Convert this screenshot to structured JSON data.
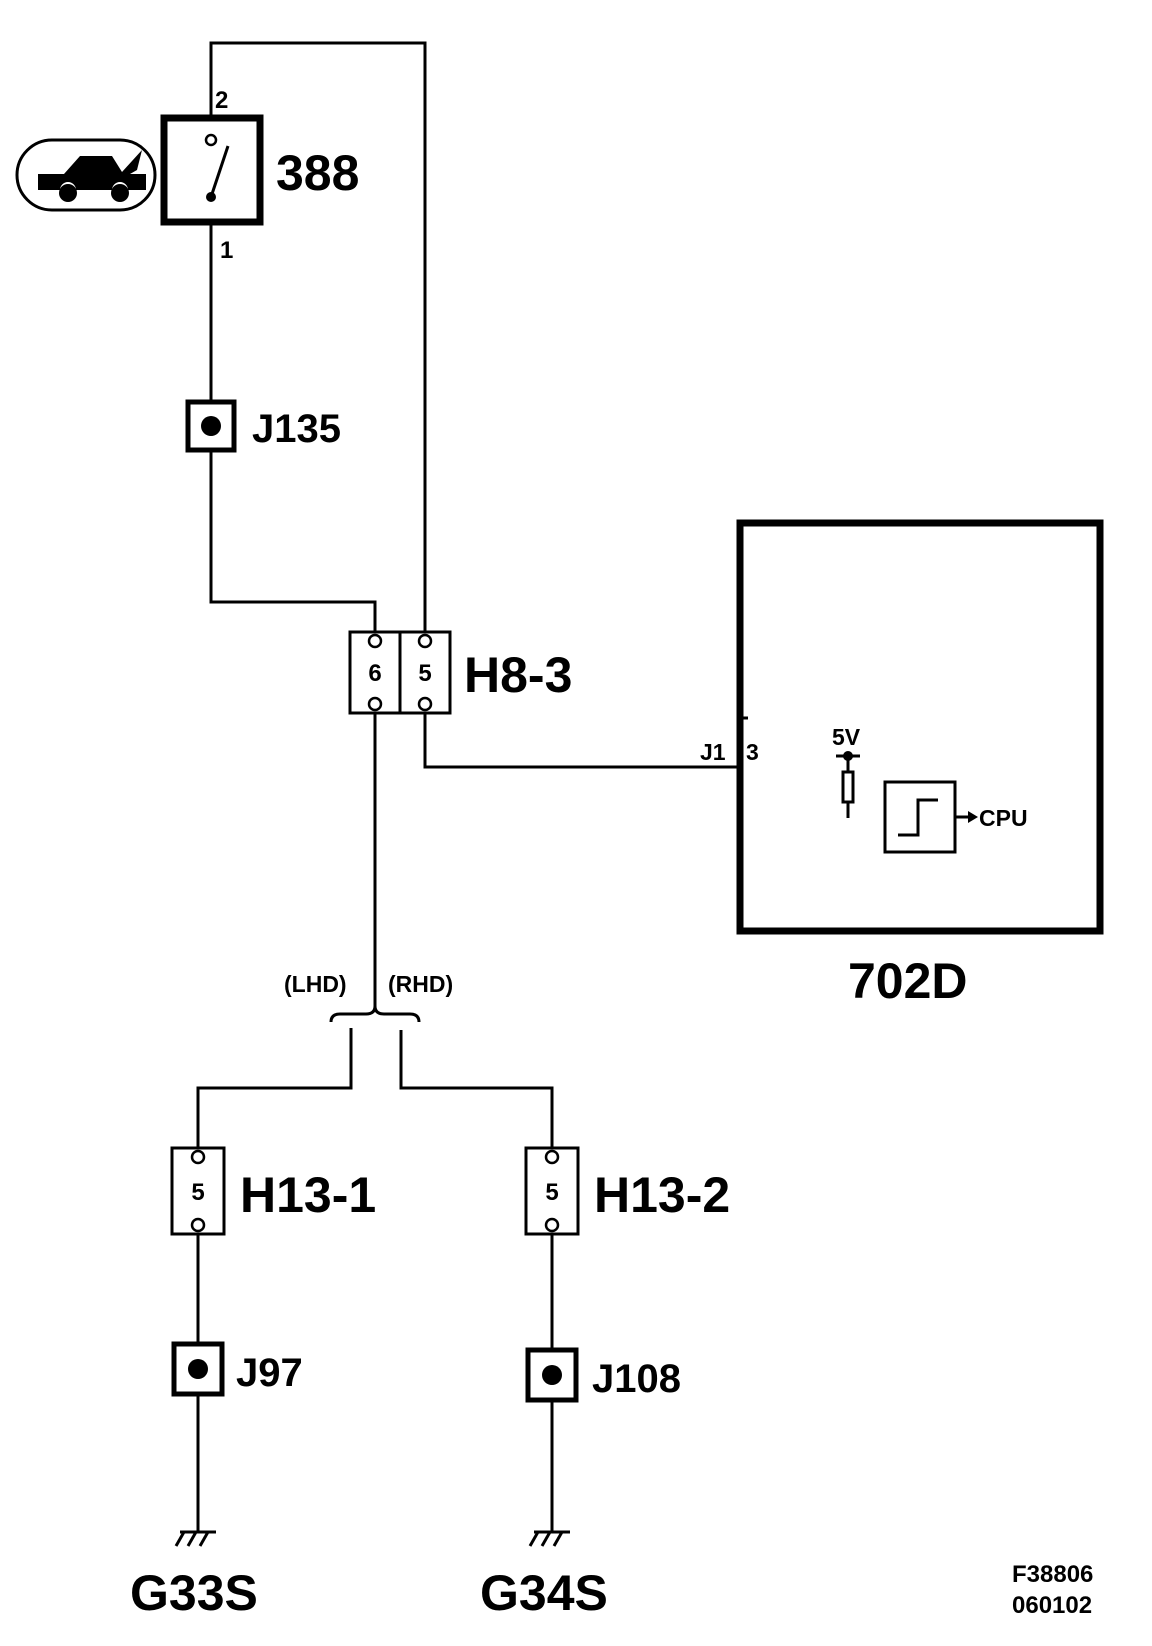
{
  "switch": {
    "id": "388",
    "pin_top": "2",
    "pin_bottom": "1",
    "icon": "car-hood-open-icon"
  },
  "splices": {
    "j135": "J135",
    "j97": "J97",
    "j108": "J108"
  },
  "connectors": {
    "h8_3": {
      "id": "H8-3",
      "pin_left": "6",
      "pin_right": "5"
    },
    "h13_1": {
      "id": "H13-1",
      "pin": "5"
    },
    "h13_2": {
      "id": "H13-2",
      "pin": "5"
    }
  },
  "module": {
    "id": "702D",
    "connector": "J1",
    "pin": "3",
    "supply": "5V",
    "output": "CPU"
  },
  "variants": {
    "left": "(LHD)",
    "right": "(RHD)"
  },
  "grounds": {
    "left": "G33S",
    "right": "G34S"
  },
  "figure_code": {
    "line1": "F38806",
    "line2": "060102"
  }
}
